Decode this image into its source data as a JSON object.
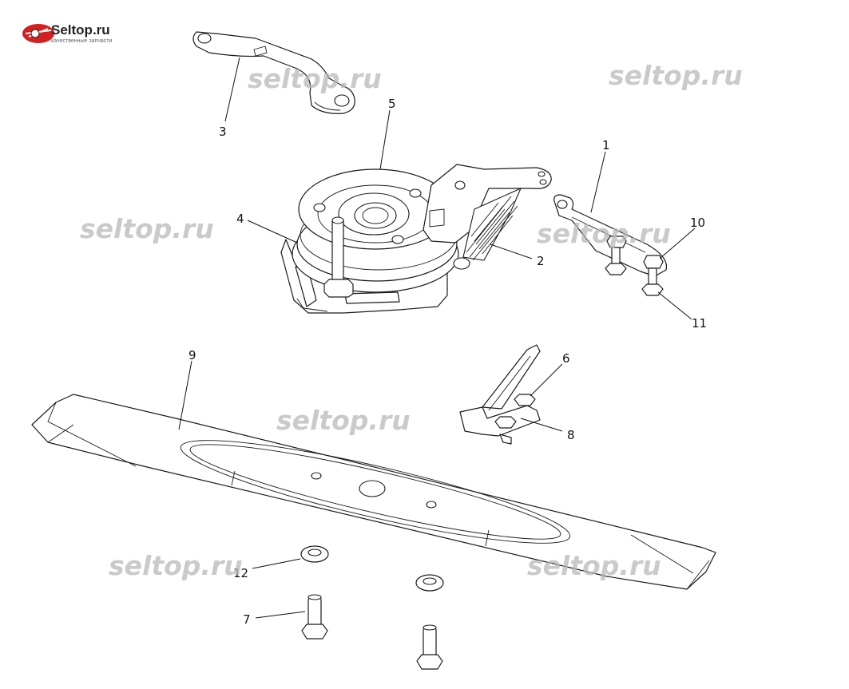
{
  "logo": {
    "name": "Seltop.ru",
    "tagline": "качественные запчасти",
    "accent": "#d42020"
  },
  "watermark_text": "seltop.ru",
  "colors": {
    "line": "#1a1a1a",
    "watermark": "#b8b8b8",
    "background": "#ffffff"
  },
  "callouts": {
    "c1": "1",
    "c2": "2",
    "c3": "3",
    "c4": "4",
    "c5": "5",
    "c6": "6",
    "c7": "7",
    "c8": "8",
    "c9": "9",
    "c10": "10",
    "c11": "11",
    "c12": "12"
  }
}
